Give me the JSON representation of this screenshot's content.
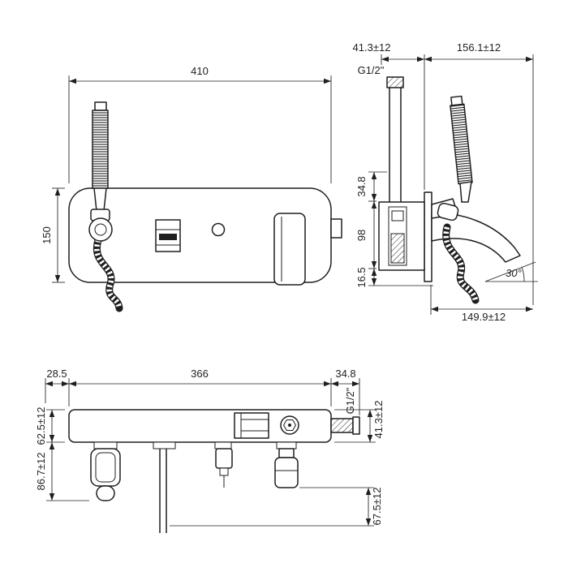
{
  "colors": {
    "ink": "#1f1f1f",
    "background": "#ffffff"
  },
  "front": {
    "width": "410",
    "height": "150"
  },
  "side": {
    "wall_depth": "41.3±12",
    "spout_reach": "156.1±12",
    "thread": "G1/2\"",
    "pipe_extension": "34.8",
    "body_height": "98",
    "lower_offset": "16.5",
    "spout_angle": "30°",
    "lower_reach": "149.9±12"
  },
  "plan": {
    "left_offset": "28.5",
    "body_width": "366",
    "stub_length": "34.8",
    "thread": "G1/2\"",
    "body_depth": "41.3±12",
    "upper_offset": "62.5±12",
    "lower_offset": "86.7±12",
    "spout_drop": "67.5±12"
  }
}
